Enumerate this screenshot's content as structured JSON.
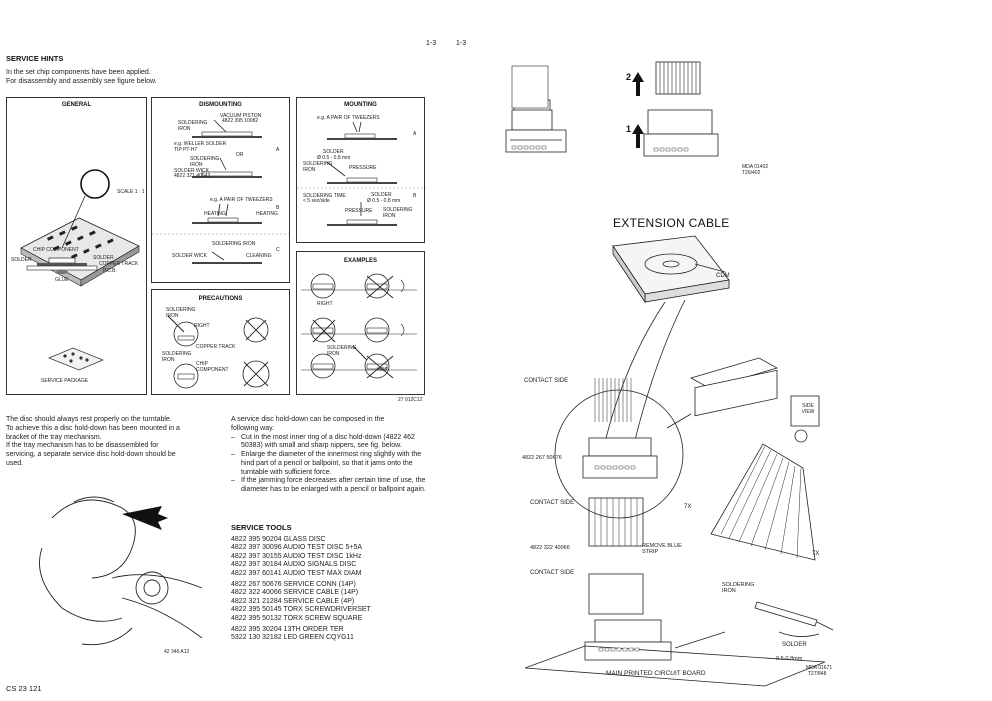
{
  "page": {
    "page_num_left": "1-3",
    "page_num_right": "1-3",
    "footer_code": "CS 23 121"
  },
  "service_hints": {
    "title": "SERVICE HINTS",
    "intro_line1": "In the set chip components have been applied.",
    "intro_line2": "For disassembly and assembly see figure below."
  },
  "general_box": {
    "title": "GENERAL",
    "scale": "SCALE 1 : 1",
    "chip_component": "CHIP COMPONENT",
    "solder_left": "SOLDER",
    "solder_right": "SOLDER",
    "copper_track": "COPPER TRACK",
    "pcb": "P.C.B.",
    "glue": "GLUE",
    "service_package": "SERVICE PACKAGE"
  },
  "dismounting_box": {
    "title": "DISMOUNTING",
    "vacuum_piston": "VACUUM PISTON",
    "vacuum_code": "4822 395 10082",
    "soldering_iron": "SOLDERING IRON",
    "weller": "e.g. WELLER SOLDER TIP PT-H7",
    "or": "OR",
    "soldering_iron_2": "SOLDERING IRON",
    "solder_wick": "SOLDER WICK",
    "wick_code": "4822 321 40042",
    "label_a": "A",
    "tweezers": "e.g. A PAIR OF TWEEZERS",
    "heating_left": "HEATING",
    "heating_right": "HEATING",
    "label_b": "B",
    "soldering_iron_3": "SOLDERING IRON",
    "solder_wick_2": "SOLDER WICK",
    "cleaning": "CLEANING",
    "label_c": "C"
  },
  "mounting_box": {
    "title": "MOUNTING",
    "tweezers": "e.g. A PAIR OF TWEEZERS",
    "label_a": "A",
    "solder": "SOLDER",
    "solder_dia": "Ø 0.5 - 0.8 mm",
    "soldering_iron": "SOLDERING IRON",
    "pressure": "PRESSURE",
    "soldering_time": "SOLDERING TIME",
    "time_value": "< 5 sec/side",
    "solder_2": "SOLDER",
    "solder_dia_2": "Ø 0.5 - 0.8 mm",
    "pressure_2": "PRESSURE",
    "soldering_iron_2": "SOLDERING IRON",
    "label_b": "B"
  },
  "precautions_box": {
    "title": "PRECAUTIONS",
    "soldering_iron": "SOLDERING IRON",
    "right": "RIGHT",
    "copper_track": "COPPER TRACK",
    "soldering_iron_2": "SOLDERING IRON",
    "chip_component": "CHIP COMPONENT"
  },
  "examples_box": {
    "title": "EXAMPLES",
    "right": "RIGHT",
    "soldering_iron": "SOLDERING IRON",
    "hot": "HOT"
  },
  "figure_code_1": "27 012C12",
  "disc_text": {
    "line1": "The disc should always rest properly on the turntable.",
    "line2": "To achieve this a disc hold-down has been mounted in a",
    "line3": "bracket of the tray mechanism.",
    "line4": "If the tray mechanism has to be disassembled for",
    "line5": "servicing, a separate service disc hold-down should be",
    "line6": "used."
  },
  "holddown_text": {
    "line1": "A service disc hold-down can be composed in the",
    "line2": "following way.",
    "bullets": [
      "Cut in the most inner ring of a disc hold-down (4822 462 50383) with small and sharp nippers, see fig. below.",
      "Enlarge the diameter of the innermost ring slightly with the hind part of a pencil or ballpoint, so that it jams onto the turntable with sufficient force.",
      "If the jamming force decreases after certain time of use, the diameter has to be enlarged with a pencil or ballpoint again."
    ]
  },
  "hand_figure_code": "42 346 A12",
  "service_tools": {
    "title": "SERVICE TOOLS",
    "group1": [
      "4822 395 90204  GLASS DISC",
      "4822 397 30096  AUDIO TEST DISC 5+5A",
      "4822 397 30155  AUDIO TEST DISC 1kHz",
      "4822 397 30184  AUDIO SIGNALS DISC",
      "4822 397 60141  AUDIO TEST MAX DIAM"
    ],
    "group2": [
      "4822 267 50676  SERVICE CONN (14P)",
      "4822 322 40066  SERVICE CABLE (14P)",
      "4822 321 21284  SERVICE CABLE (4P)",
      "4822 395 50145  TORX SCREWDRIVERSET",
      "4822 395 50132  TORX SCREW SQUARE"
    ],
    "group3": [
      "4822 395 30204  13TH ORDER TER",
      "5322 130 32182  LED GREEN CQYG11"
    ]
  },
  "right_side": {
    "arrow_2": "2",
    "arrow_1": "1",
    "mda_code_top": "MDA 01402",
    "mda_code_top_2": "T26/402",
    "extension_cable": "EXTENSION CABLE",
    "cdm": "CDM",
    "contact_side_1": "CONTACT SIDE",
    "part_50676": "4822 267 50676",
    "contact_side_2": "CONTACT SIDE",
    "part_40066": "4822 322 40066",
    "remove_blue_strip": "REMOVE BLUE STRIP",
    "contact_side_3": "CONTACT SIDE",
    "side_view": "SIDE VIEW",
    "seven_x_1": "7X",
    "seven_x_2": "7X",
    "soldering_iron": "SOLDERING IRON",
    "solder": "SOLDER",
    "solder_dia": "0.5-0.8mm",
    "main_pcb": "MAIN PRINTED CIRCUIT BOARD",
    "mda_code_bottom": "MDA 01671",
    "mda_code_bottom_2": "T27/848"
  },
  "colors": {
    "ink": "#111111",
    "paper": "#ffffff",
    "line": "#333333"
  }
}
